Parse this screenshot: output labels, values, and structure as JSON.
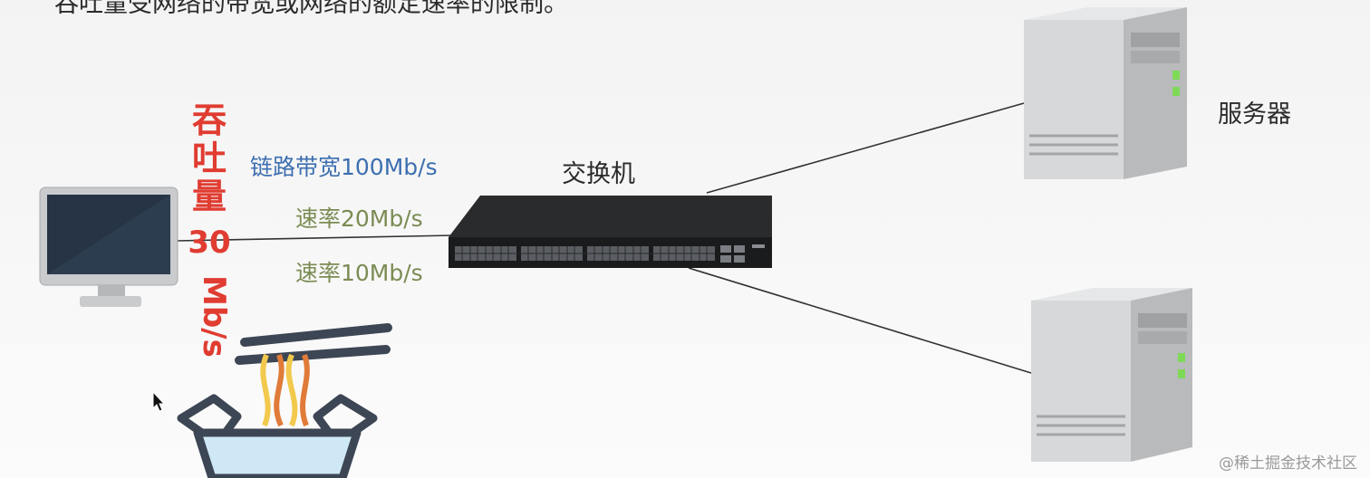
{
  "header_text": "吞吐量受网络的带宽或网络的额定速率的限制。",
  "throughput": {
    "chars": "吞吐量",
    "number": "30",
    "unit": "Mb/s"
  },
  "labels": {
    "link_bandwidth": "链路带宽100Mb/s",
    "rate_1": "速率20Mb/s",
    "rate_2": "速率10Mb/s",
    "switch": "交换机",
    "server": "服务器"
  },
  "watermark": "@稀土掘金技术社区",
  "icons": {
    "computer": "monitor-icon",
    "switch": "network-switch-icon",
    "server_top": "server-tower-icon",
    "server_bottom": "server-tower-icon",
    "noodles": "noodle-bowl-icon",
    "cursor": "mouse-cursor-icon"
  },
  "colors": {
    "throughput": "#e03c31",
    "bandwidth": "#3d6fb0",
    "rate": "#7b8c54",
    "line": "#333333"
  }
}
